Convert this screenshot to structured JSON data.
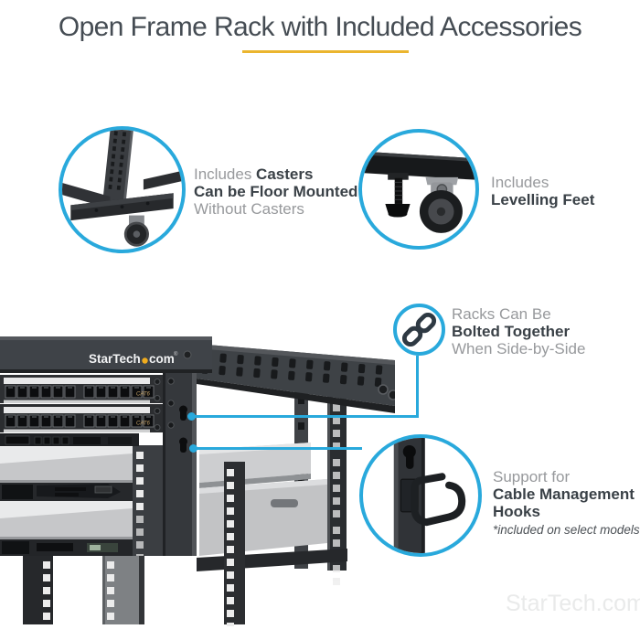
{
  "page": {
    "title": "Open Frame Rack with Included Accessories",
    "watermark": "StarTech.com",
    "colors": {
      "accent_blue": "#29A9DC",
      "accent_yellow": "#EBB52F"
    }
  },
  "rack": {
    "brand_part1": "StarTech",
    "brand_part2": "com",
    "brand_reg": "®",
    "panel_label": "CAT6"
  },
  "callouts": [
    {
      "name": "casters",
      "icon": "caster-corner-photo",
      "lines": [
        [
          {
            "t": "Includes ",
            "s": "muted"
          },
          {
            "t": "Casters",
            "s": "bold"
          }
        ],
        [
          {
            "t": "Can be Floor Mounted",
            "s": "bold"
          }
        ],
        [
          {
            "t": "Without Casters",
            "s": "muted"
          }
        ]
      ]
    },
    {
      "name": "levelling-feet",
      "icon": "levelling-foot-photo",
      "lines": [
        [
          {
            "t": "Includes",
            "s": "muted"
          }
        ],
        [
          {
            "t": "Levelling Feet",
            "s": "bold"
          }
        ]
      ]
    },
    {
      "name": "bolted-together",
      "icon": "chain-link-icon",
      "lines": [
        [
          {
            "t": "Racks Can Be",
            "s": "muted"
          }
        ],
        [
          {
            "t": "Bolted Together",
            "s": "bold"
          }
        ],
        [
          {
            "t": "When Side-by-Side",
            "s": "muted"
          }
        ]
      ]
    },
    {
      "name": "cable-hooks",
      "icon": "cable-hook-photo",
      "lines": [
        [
          {
            "t": "Support for",
            "s": "muted"
          }
        ],
        [
          {
            "t": "Cable Management",
            "s": "bold"
          }
        ],
        [
          {
            "t": "Hooks",
            "s": "bold"
          }
        ],
        [
          {
            "t": "*included on select models",
            "s": "italic"
          }
        ]
      ]
    }
  ]
}
